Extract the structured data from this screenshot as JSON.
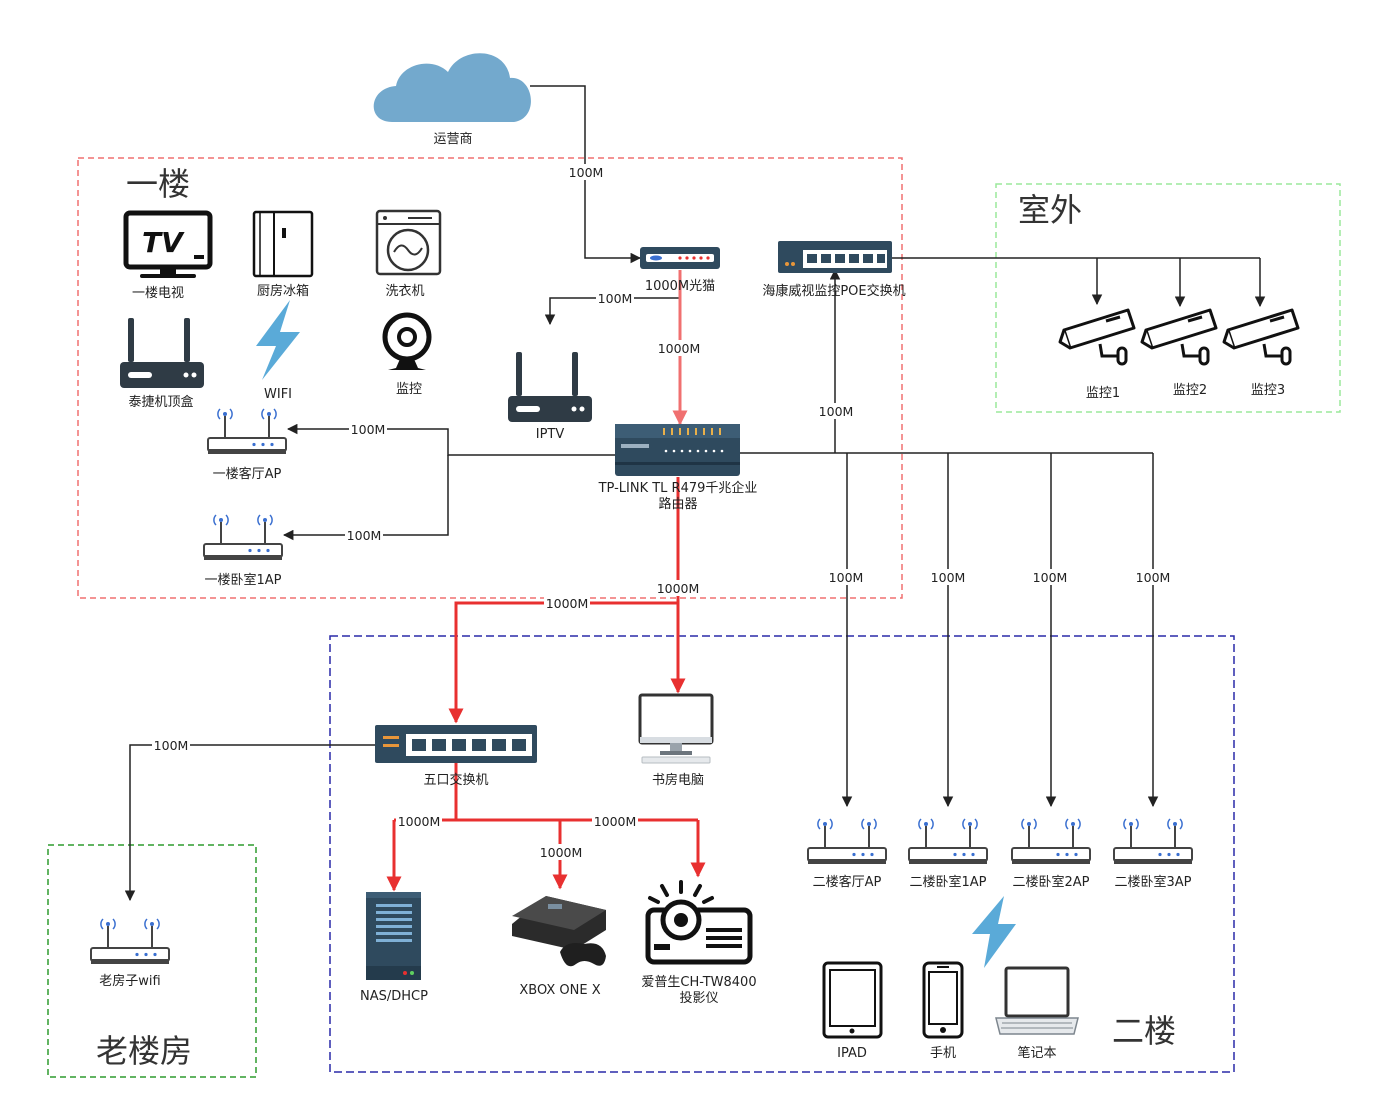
{
  "zones": {
    "floor1": "一楼",
    "outdoor": "室外",
    "old_house": "老楼房",
    "floor2": "二楼"
  },
  "nodes": {
    "isp": "运营商",
    "modem": "1000M光猫",
    "poe_switch": "海康威视监控POE交换机",
    "router_line1": "TP-LINK TL R479千兆企业",
    "router_line2": "路由器",
    "iptv": "IPTV",
    "tv": "一楼电视",
    "fridge": "厨房冰箱",
    "washer": "洗衣机",
    "settop": "泰捷机顶盒",
    "wifi": "WIFI",
    "camera_indoor": "监控",
    "ap_living1": "一楼客厅AP",
    "ap_bed1": "一楼卧室1AP",
    "cam1": "监控1",
    "cam2": "监控2",
    "cam3": "监控3",
    "switch5": "五口交换机",
    "study_pc": "书房电脑",
    "old_wifi": "老房子wifi",
    "nas": "NAS/DHCP",
    "xbox": "XBOX ONE X",
    "projector_line1": "爱普生CH-TW8400",
    "projector_line2": "投影仪",
    "ap2_living": "二楼客厅AP",
    "ap2_bed1": "二楼卧室1AP",
    "ap2_bed2": "二楼卧室2AP",
    "ap2_bed3": "二楼卧室3AP",
    "ipad": "IPAD",
    "phone": "手机",
    "laptop": "笔记本"
  },
  "edges": {
    "isp_modem": "100M",
    "modem_iptv": "100M",
    "modem_router": "1000M",
    "router_poe": "100M",
    "router_ap_living1": "100M",
    "router_ap_bed1": "100M",
    "router_switch": "1000M",
    "router_pc": "1000M",
    "router_ap2_living": "100M",
    "router_ap2_bed1": "100M",
    "router_ap2_bed2": "100M",
    "router_ap2_bed3": "100M",
    "switch_oldwifi": "100M",
    "switch_nas": "1000M",
    "switch_xbox": "1000M",
    "switch_projector": "1000M"
  },
  "colors": {
    "link_100m": "#222222",
    "link_1000m": "#e83030",
    "link_modem_router": "#f07070",
    "zone_floor1": "#f07070",
    "zone_outdoor": "#9be89b",
    "zone_old_house": "#2e9b2e",
    "zone_floor2": "#2a2aa8",
    "cloud": "#73a9cd",
    "lightning": "#5aaad8",
    "device_dark": "#2f4a5e"
  },
  "icons": [
    "cloud-icon",
    "modem-icon",
    "switch-icon",
    "router-icon",
    "wifi-router-icon",
    "ap-icon",
    "camera-icon",
    "tv-icon",
    "fridge-icon",
    "washer-icon",
    "webcam-icon",
    "lightning-icon",
    "monitor-icon",
    "server-icon",
    "console-icon",
    "projector-icon",
    "tablet-icon",
    "phone-icon",
    "laptop-icon"
  ]
}
